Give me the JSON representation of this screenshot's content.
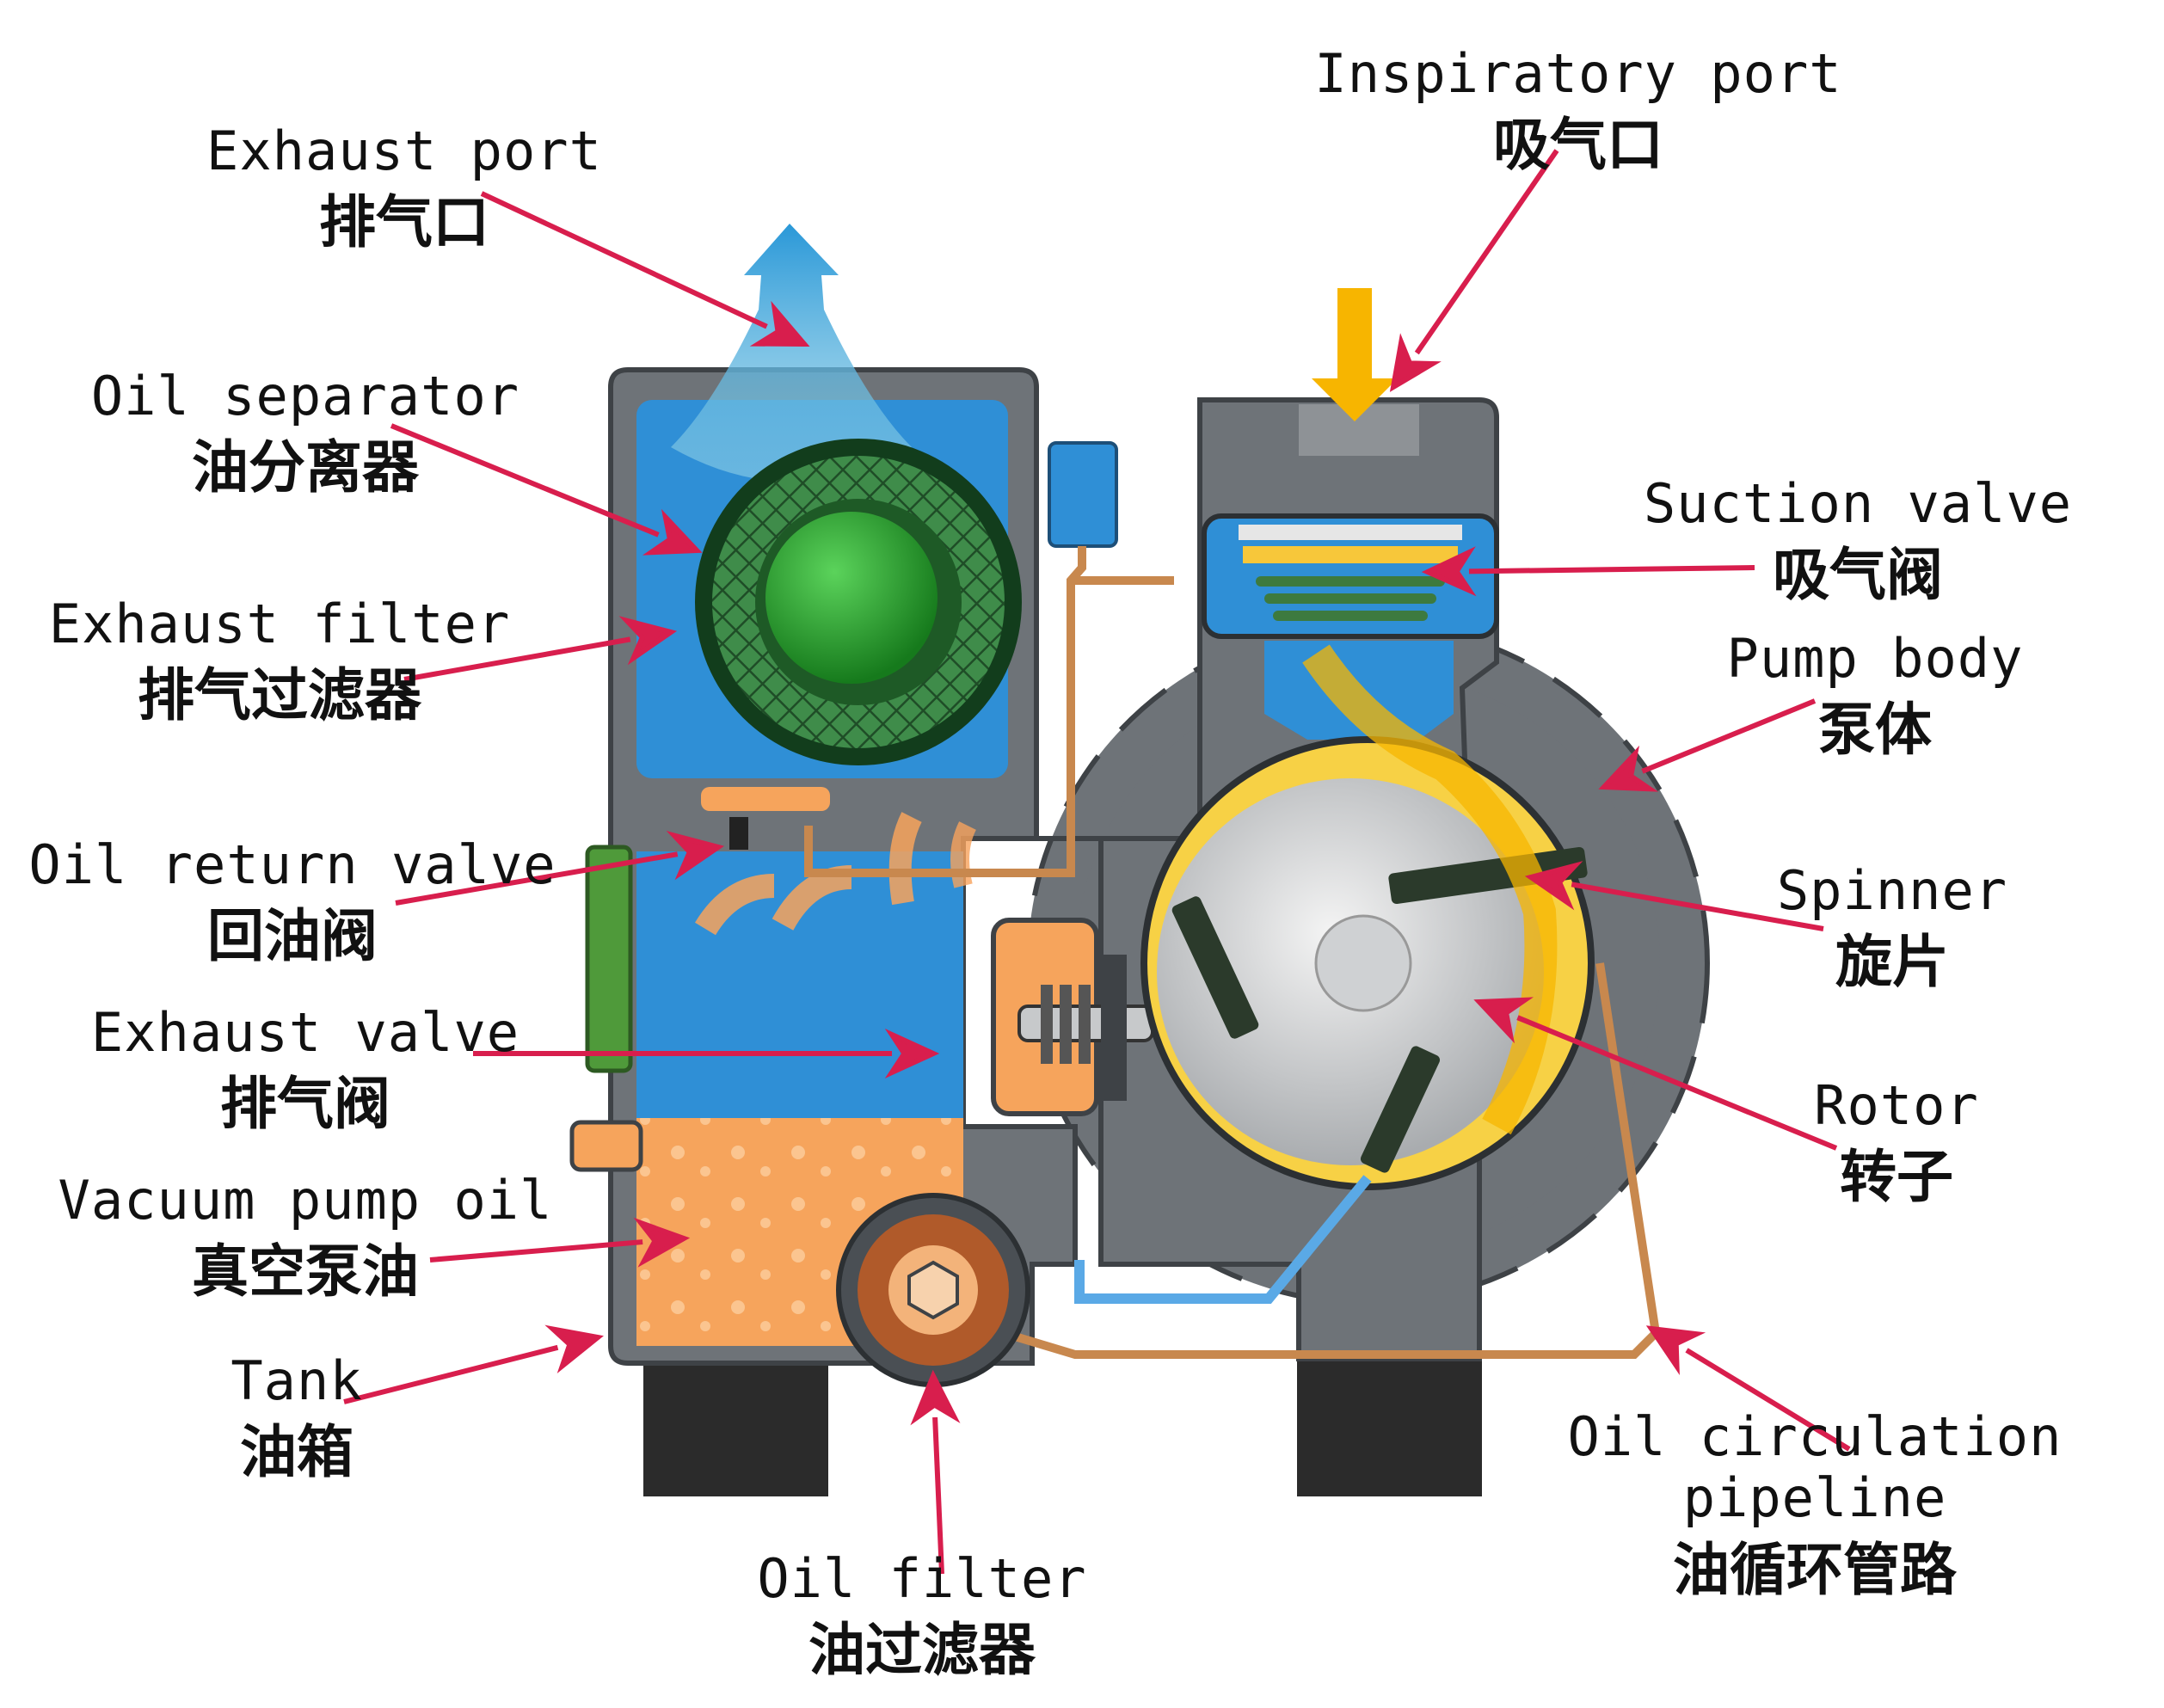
{
  "labels": {
    "exhaust_port": {
      "en": "Exhaust port",
      "zh": "排气口"
    },
    "inspiratory_port": {
      "en": "Inspiratory port",
      "zh": "吸气口"
    },
    "oil_separator": {
      "en": "Oil separator",
      "zh": "油分离器"
    },
    "suction_valve": {
      "en": "Suction valve",
      "zh": "吸气阀"
    },
    "exhaust_filter": {
      "en": "Exhaust filter",
      "zh": "排气过滤器"
    },
    "pump_body": {
      "en": "Pump body",
      "zh": "泵体"
    },
    "oil_return_valve": {
      "en": "Oil return valve",
      "zh": "回油阀"
    },
    "spinner": {
      "en": "Spinner",
      "zh": "旋片"
    },
    "exhaust_valve": {
      "en": "Exhaust valve",
      "zh": "排气阀"
    },
    "rotor": {
      "en": "Rotor",
      "zh": "转子"
    },
    "vacuum_pump_oil": {
      "en": "Vacuum pump oil",
      "zh": "真空泵油"
    },
    "tank": {
      "en": "Tank",
      "zh": "油箱"
    },
    "oil_circulation_pipeline": {
      "en": "Oil circulation pipeline",
      "zh": "油循环管路"
    },
    "oil_filter": {
      "en": "Oil filter",
      "zh": "油过滤器"
    }
  },
  "colors": {
    "casing": "#6e7378",
    "casing_dark": "#4a4f54",
    "chamber_blue": "#2f8fd6",
    "oil": "#f5a15a",
    "air_flow": "#f7b500",
    "filter_green": "#2d7a3a",
    "arrow": "#d81e4d",
    "pipe": "#c8884e"
  }
}
